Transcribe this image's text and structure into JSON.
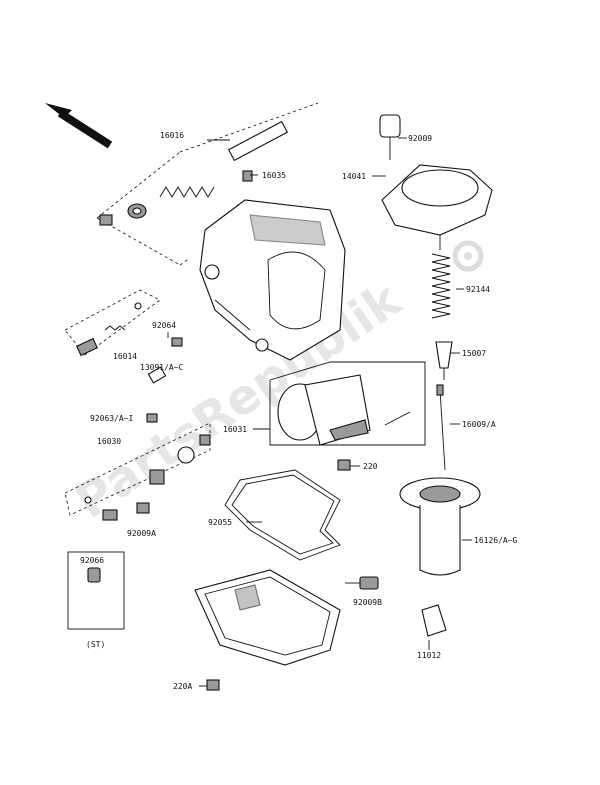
{
  "watermark": "PartsRepublik",
  "labels": {
    "l16016": "16016",
    "l16035": "16035",
    "l92009": "92009",
    "l14041": "14041",
    "l92144": "92144",
    "l92064": "92064",
    "l16014": "16014",
    "l15007": "15007",
    "l13091": "13091/A~C",
    "l16031": "16031",
    "l16009": "16009/A",
    "l92063": "92063/A~I",
    "l16030": "16030",
    "l220": "220",
    "l92055": "92055",
    "l16126": "16126/A~G",
    "l92009a": "92009A",
    "l92066": "92066",
    "l92009b": "92009B",
    "lst": "(ST)",
    "l11012": "11012",
    "l220a": "220A"
  }
}
